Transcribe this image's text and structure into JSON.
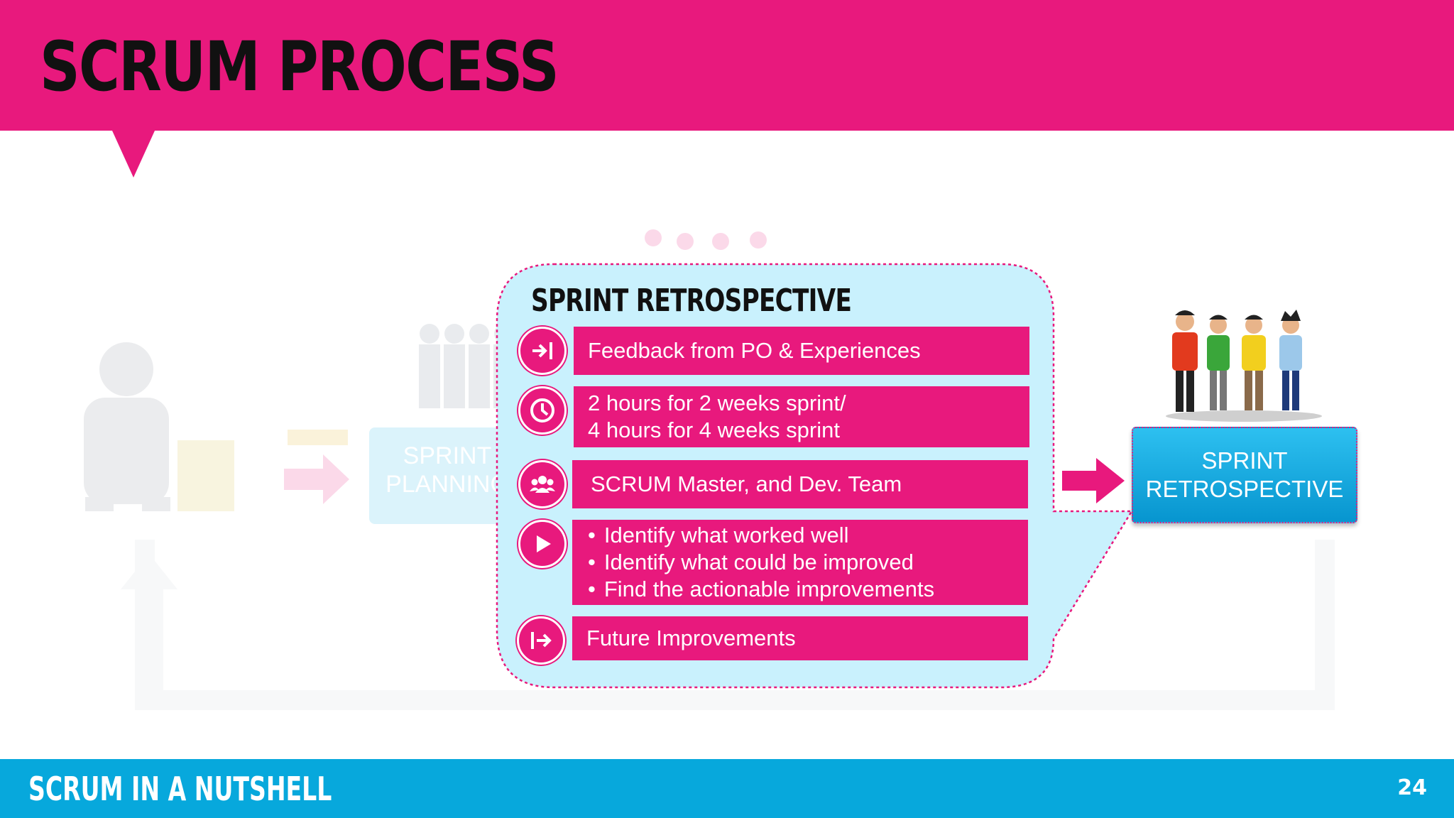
{
  "slide": {
    "title": "SCRUM PROCESS",
    "footer_title": "SCRUM IN A NUTSHELL",
    "page_number": "24"
  },
  "background": {
    "planning_label_line1": "SPRINT",
    "planning_label_line2": "PLANNING"
  },
  "panel": {
    "title": "SPRINT RETROSPECTIVE",
    "rows": [
      {
        "icon": "enter-arrow-icon",
        "lines": [
          "Feedback from PO & Experiences"
        ]
      },
      {
        "icon": "clock-icon",
        "lines": [
          "2 hours for 2 weeks sprint/",
          "4 hours for 4 weeks sprint"
        ]
      },
      {
        "icon": "team-icon",
        "lines": [
          "SCRUM Master, and Dev. Team"
        ]
      },
      {
        "icon": "play-icon",
        "bullets": [
          "Identify what worked well",
          "Identify what could be improved",
          "Find the actionable improvements"
        ]
      },
      {
        "icon": "exit-arrow-icon",
        "lines": [
          "Future Improvements"
        ]
      }
    ]
  },
  "retro_box": {
    "line1": "SPRINT",
    "line2": "RETROSPECTIVE"
  },
  "colors": {
    "magenta": "#e8197d",
    "cyan": "#07a8dc",
    "callout_fill": "#c9f1fd"
  }
}
